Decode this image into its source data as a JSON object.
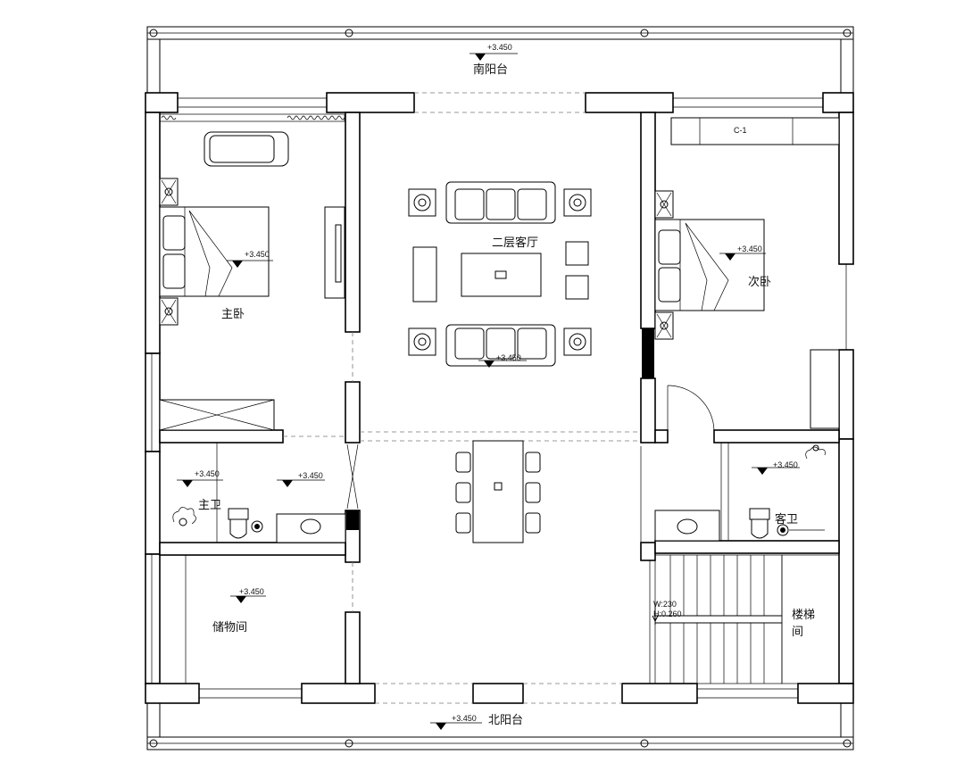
{
  "rooms": {
    "south_balcony": "南阳台",
    "north_balcony": "北阳台",
    "living_room": "二层客厅",
    "master_bedroom": "主卧",
    "second_bedroom": "次卧",
    "master_bath": "主卫",
    "guest_bath": "客卫",
    "storage": "储物间",
    "stair_room_line1": "楼梯",
    "stair_room_line2": "间"
  },
  "elevation": "+3.450",
  "stair_notes": {
    "tread": "W:230",
    "riser": "H:0.260"
  },
  "window_tag": "C-1"
}
